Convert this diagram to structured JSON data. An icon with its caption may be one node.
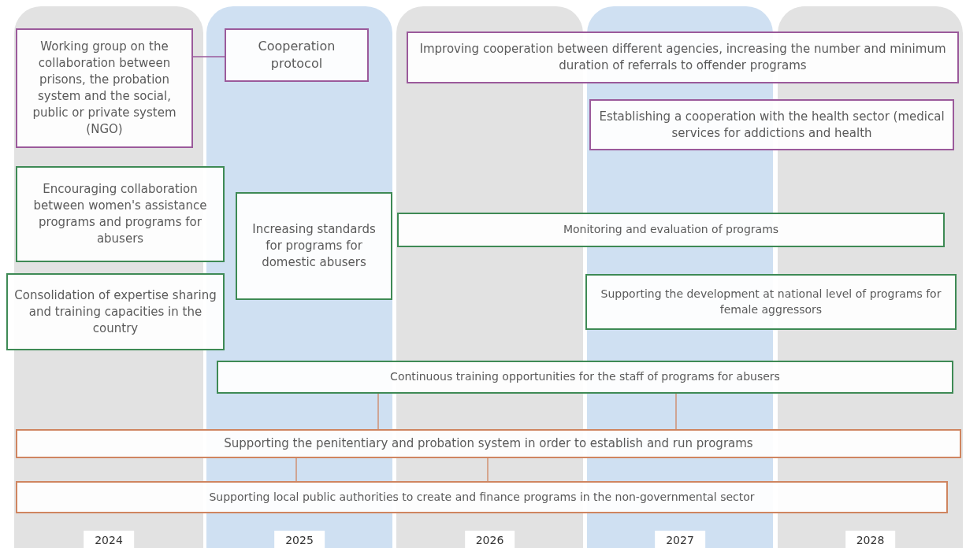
{
  "diagram": {
    "nodes": [
      {
        "text": [
          "Working group on the collaboration between prisons, the probation system and the social, public or private system (NGO)"
        ]
      },
      {
        "text": [
          "Cooperation protocol"
        ]
      },
      {
        "text": [
          "Improving cooperation between different agencies, increasing the number and minimum duration of referrals to offender programs"
        ]
      },
      {
        "text": [
          "Establishing a cooperation with the health sector (medical services for addictions and health"
        ]
      },
      {
        "text": [
          "Encouraging collaboration between women's assistance programs and programs for abusers"
        ]
      },
      {
        "text": [
          "Increasing standards for programs for domestic abusers"
        ]
      },
      {
        "text": [
          "Monitoring and evaluation of programs"
        ]
      },
      {
        "text": [
          "Consolidation of expertise sharing and training capacities in the country"
        ]
      },
      {
        "text": [
          "Supporting the development at national level of programs for female aggressors"
        ]
      },
      {
        "text": [
          "Continuous training opportunities for the staff of programs for abusers"
        ]
      },
      {
        "text": [
          "Supporting the penitentiary and probation system in order to establish and run programs"
        ]
      },
      {
        "text": [
          "Supporting local public authorities to create and finance programs in the non-governmental sector"
        ]
      }
    ],
    "edges": [
      {
        "from": 0,
        "to": 1,
        "arrow": "none",
        "color": "#9b5a9b"
      },
      {
        "from": 9,
        "to": 10,
        "arrow": "none"
      },
      {
        "from": 9,
        "to": 10,
        "arrow": "none"
      },
      {
        "from": 10,
        "to": 11,
        "arrow": "none"
      },
      {
        "from": 10,
        "to": 11,
        "arrow": "none"
      }
    ],
    "labels": [
      "2024",
      "2025",
      "2026",
      "2027",
      "2028"
    ]
  }
}
